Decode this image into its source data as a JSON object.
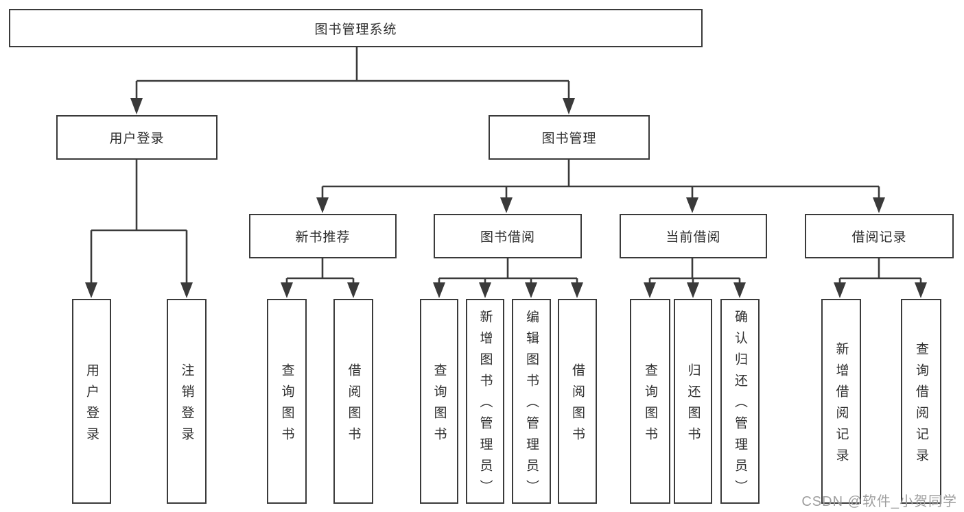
{
  "diagram": {
    "nodes": {
      "root": {
        "label": "图书管理系统"
      },
      "user_login": {
        "label": "用户登录"
      },
      "book_management": {
        "label": "图书管理"
      },
      "new_book_recommend": {
        "label": "新书推荐"
      },
      "book_borrow": {
        "label": "图书借阅"
      },
      "current_borrow": {
        "label": "当前借阅"
      },
      "borrow_records": {
        "label": "借阅记录"
      },
      "leaf_user_login": {
        "label": "用户登录"
      },
      "leaf_logout": {
        "label": "注销登录"
      },
      "leaf_query_books_1": {
        "label": "查询图书"
      },
      "leaf_borrow_books_1": {
        "label": "借阅图书"
      },
      "leaf_query_books_2": {
        "label": "查询图书"
      },
      "leaf_add_books": {
        "label": "新增图书（管理员）"
      },
      "leaf_edit_books": {
        "label": "编辑图书（管理员）"
      },
      "leaf_borrow_books_2": {
        "label": "借阅图书"
      },
      "leaf_query_books_3": {
        "label": "查询图书"
      },
      "leaf_return_books": {
        "label": "归还图书"
      },
      "leaf_confirm_return": {
        "label": "确认归还（管理员）"
      },
      "leaf_add_borrow_record": {
        "label": "新增借阅记录"
      },
      "leaf_query_borrow_record": {
        "label": "查询借阅记录"
      }
    },
    "watermark": "CSDN @软件_小贺同学",
    "colors": {
      "line": "#3a3a3a",
      "text": "#2f2f2f",
      "watermark": "#9e9e9e",
      "background": "#ffffff"
    }
  }
}
